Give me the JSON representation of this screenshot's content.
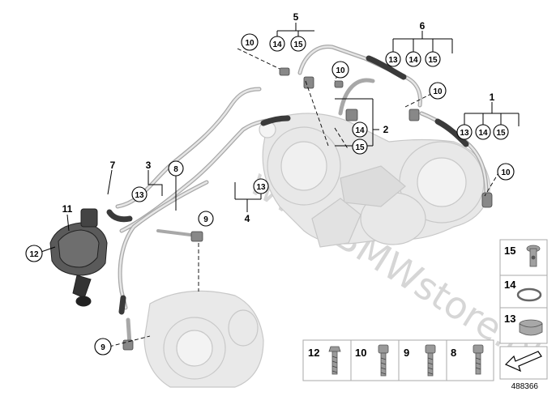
{
  "watermark": "www.BMWstore.pl",
  "reference_number": "488366",
  "callouts": {
    "c1": "1",
    "c2": "2",
    "c3": "3",
    "c4": "4",
    "c5": "5",
    "c6": "6",
    "c7": "7",
    "c8": "8",
    "c9a": "9",
    "c9b": "9",
    "c10a": "10",
    "c10b": "10",
    "c10c": "10",
    "c10d": "10",
    "c11": "11",
    "c12": "12"
  },
  "circled": {
    "g5_14": "14",
    "g5_15": "15",
    "g6_13": "13",
    "g6_14": "14",
    "g6_15": "15",
    "g1_13": "13",
    "g1_14": "14",
    "g1_15": "15",
    "g2_14": "14",
    "g2_15": "15",
    "g3_13": "13",
    "g4_13": "13"
  },
  "legend": {
    "bottom": [
      "12",
      "10",
      "9",
      "8"
    ],
    "right": [
      "15",
      "14",
      "13"
    ]
  }
}
